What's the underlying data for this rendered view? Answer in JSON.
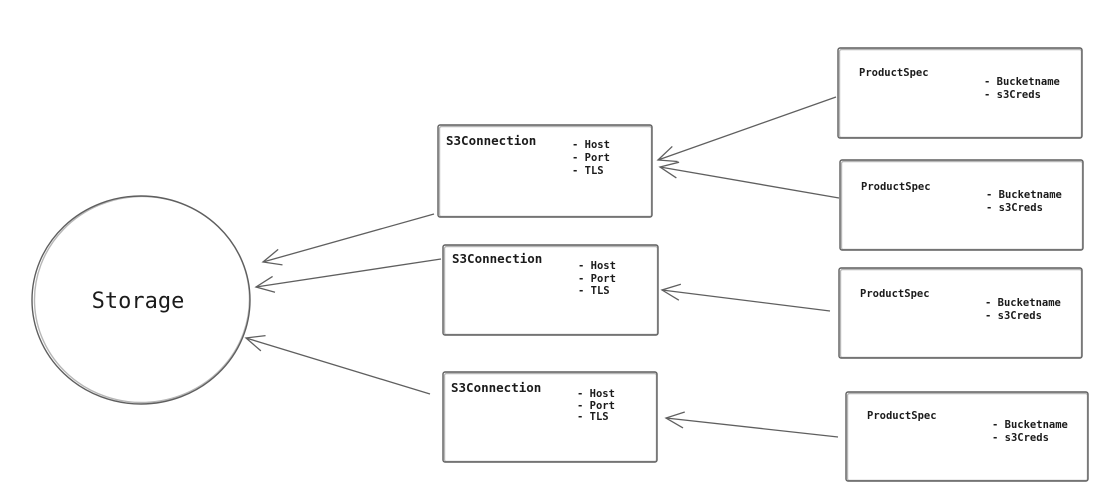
{
  "colors": {
    "background": "#ffffff",
    "stroke": "#5f5f5f",
    "text": "#1b1b1b"
  },
  "diagram": {
    "storage": {
      "label": "Storage"
    },
    "s3_connections": [
      {
        "title": "S3Connection",
        "attributes": [
          "- Host",
          "- Port",
          "- TLS"
        ]
      },
      {
        "title": "S3Connection",
        "attributes": [
          "- Host",
          "- Port",
          "- TLS"
        ]
      },
      {
        "title": "S3Connection",
        "attributes": [
          "- Host",
          "- Port",
          "- TLS"
        ]
      }
    ],
    "product_specs": [
      {
        "title": "ProductSpec",
        "attributes": [
          "- Bucketname",
          "- s3Creds"
        ]
      },
      {
        "title": "ProductSpec",
        "attributes": [
          "- Bucketname",
          "- s3Creds"
        ]
      },
      {
        "title": "ProductSpec",
        "attributes": [
          "- Bucketname",
          "- s3Creds"
        ]
      },
      {
        "title": "ProductSpec",
        "attributes": [
          "- Bucketname",
          "- s3Creds"
        ]
      }
    ],
    "edges": [
      {
        "from": "product_spec_1",
        "to": "s3_connection_1"
      },
      {
        "from": "product_spec_2",
        "to": "s3_connection_1"
      },
      {
        "from": "product_spec_3",
        "to": "s3_connection_2"
      },
      {
        "from": "product_spec_4",
        "to": "s3_connection_3"
      },
      {
        "from": "s3_connection_1",
        "to": "storage"
      },
      {
        "from": "s3_connection_2",
        "to": "storage"
      },
      {
        "from": "s3_connection_3",
        "to": "storage"
      }
    ]
  }
}
